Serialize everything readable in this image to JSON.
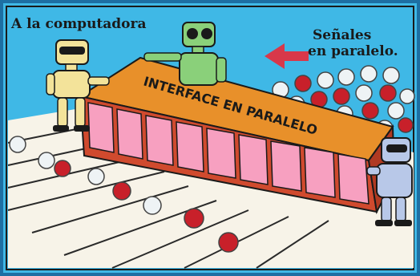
{
  "captions": {
    "left": "A la computadora",
    "right_line1": "Señales",
    "right_line2": "en paralelo."
  },
  "interface_label": "INTERFACE EN PARALELO",
  "colors": {
    "background": "#3fb8e6",
    "frame": "#1d6fa3",
    "floor": "#f7f3e8",
    "lines": "#2a2a2a",
    "box_top": "#e8902a",
    "box_front": "#d04a2e",
    "cell": "#f7a0c0",
    "arrow": "#d8384a",
    "bit_red": "#c8202a",
    "bit_white": "#eef3f5"
  },
  "icons": {
    "arrow": "left-arrow-icon",
    "robot": "robot-icon"
  }
}
